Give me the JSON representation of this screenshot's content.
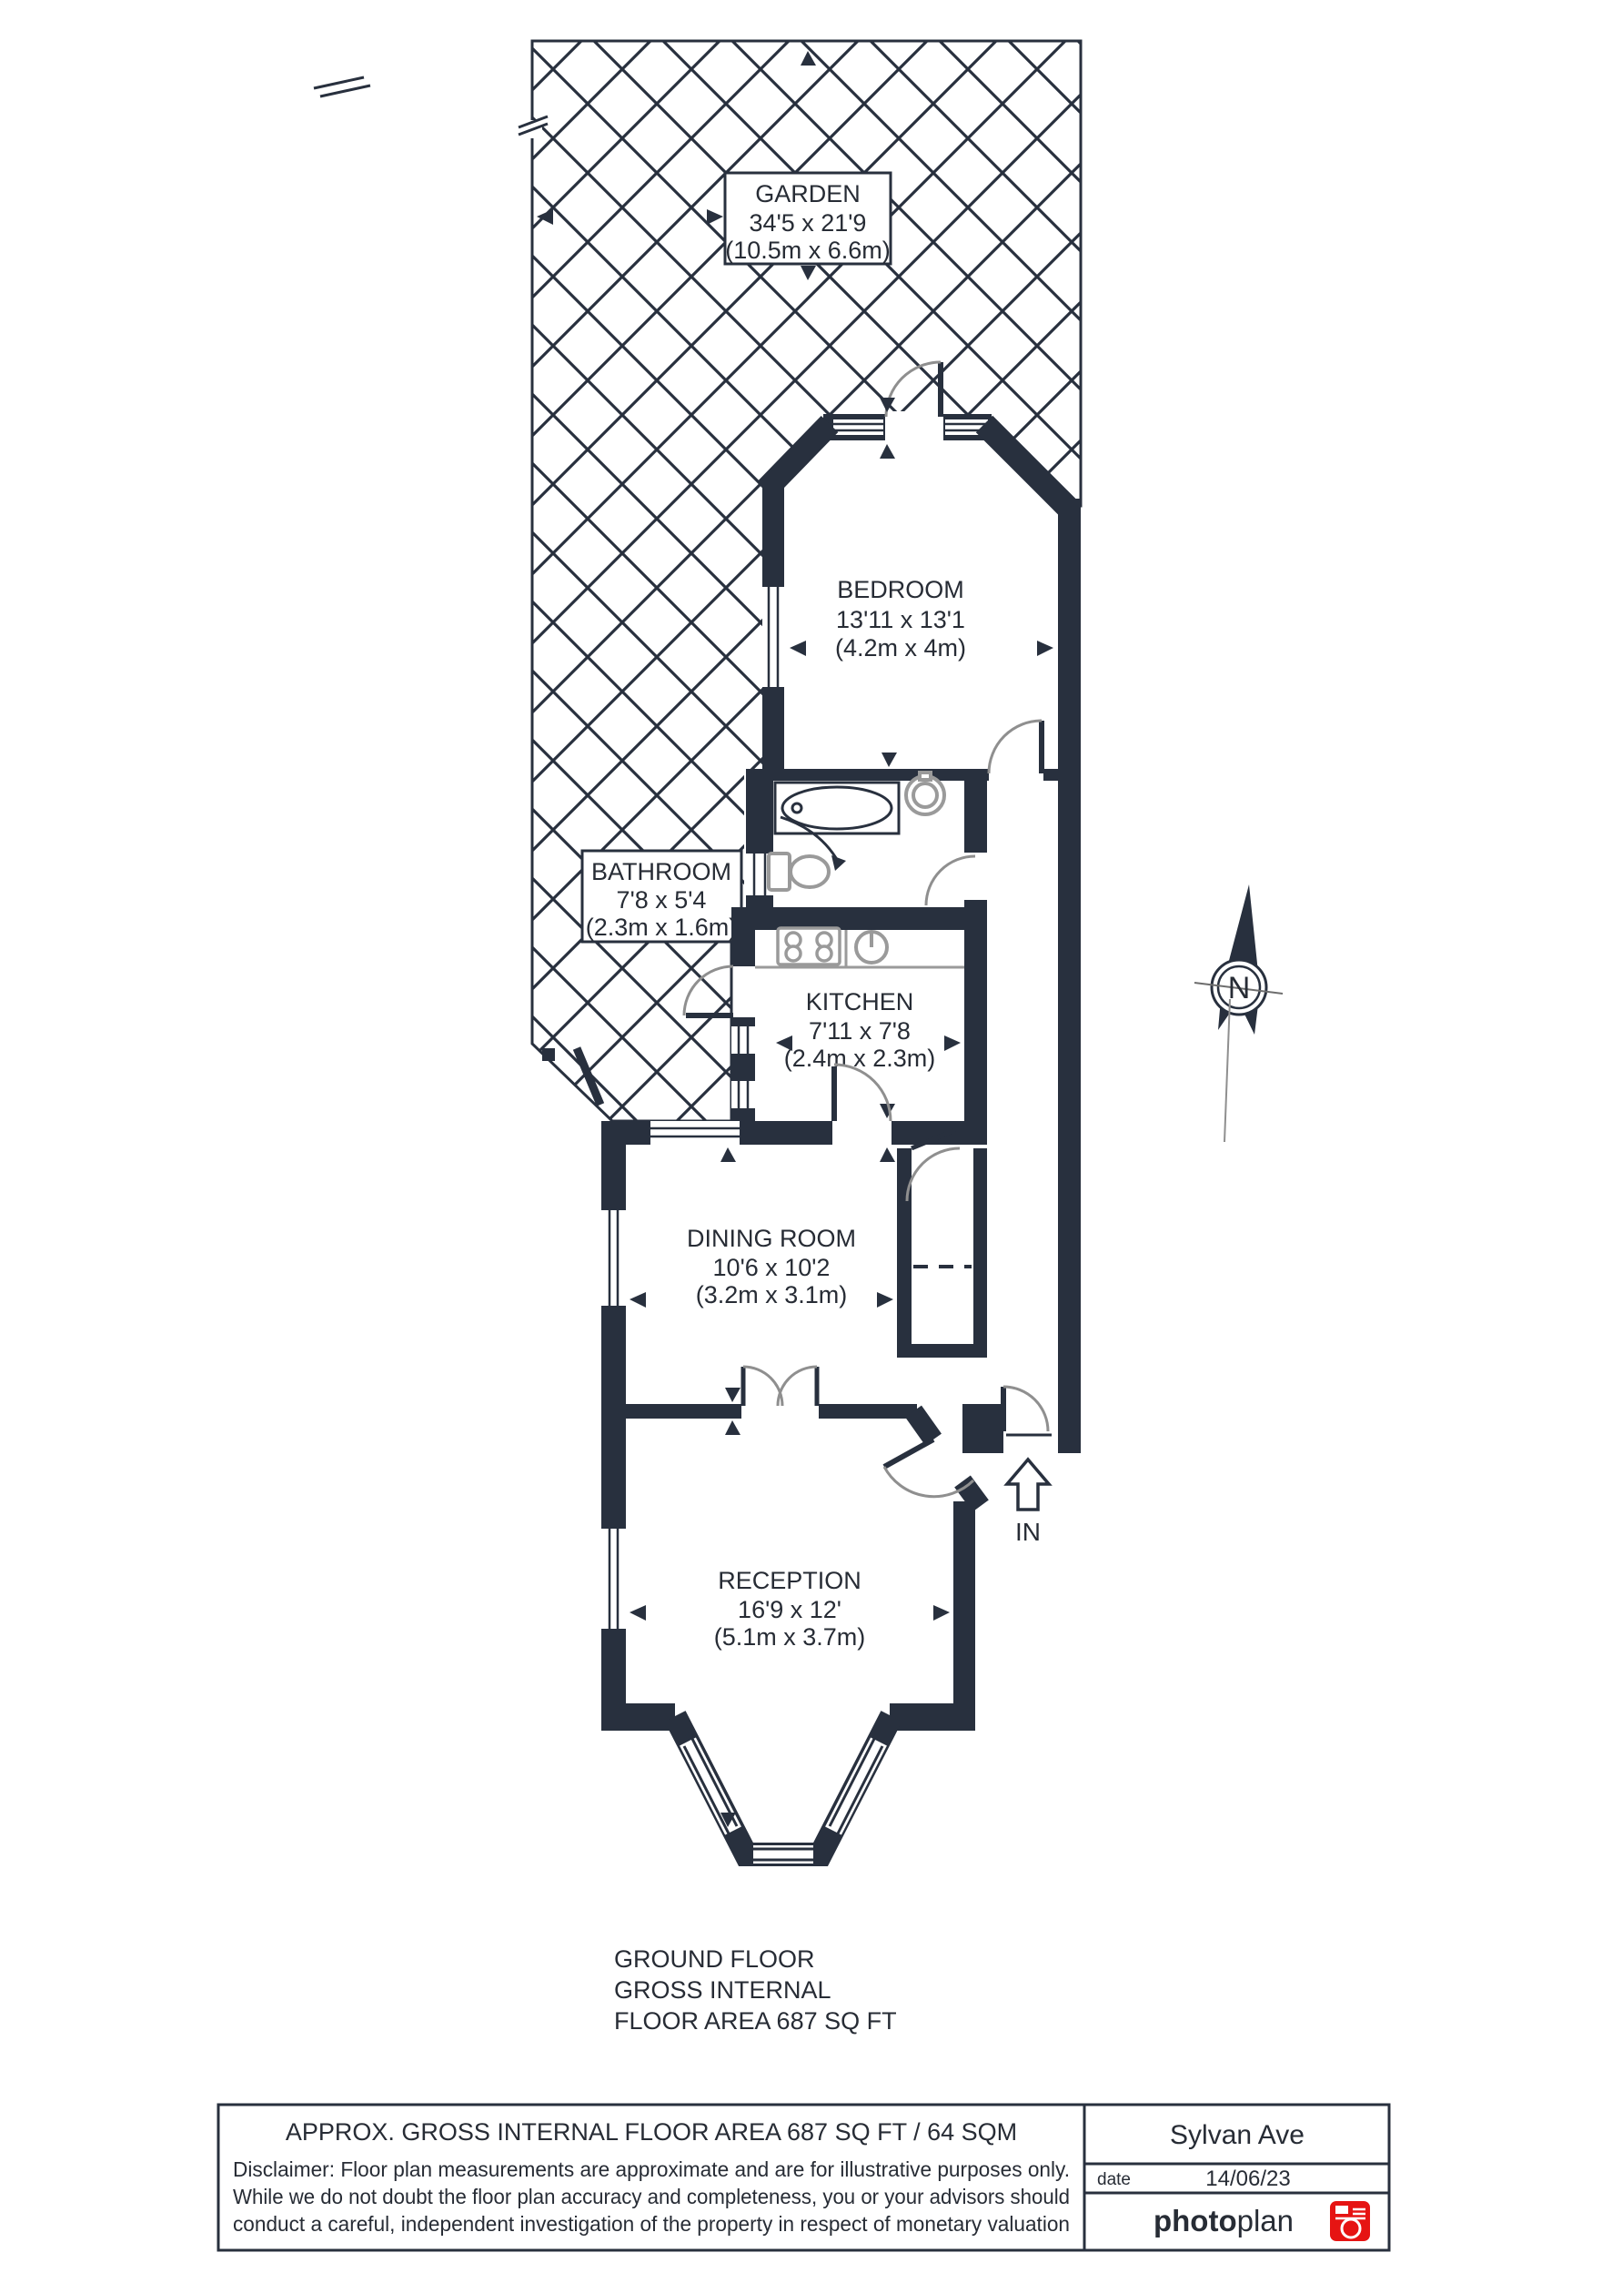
{
  "rooms": {
    "garden": {
      "name": "GARDEN",
      "dims_ft": "34'5 x 21'9",
      "dims_m": "(10.5m x 6.6m)"
    },
    "bedroom": {
      "name": "BEDROOM",
      "dims_ft": "13'11 x 13'1",
      "dims_m": "(4.2m x 4m)"
    },
    "bathroom": {
      "name": "BATHROOM",
      "dims_ft": "7'8 x 5'4",
      "dims_m": "(2.3m x 1.6m)"
    },
    "kitchen": {
      "name": "KITCHEN",
      "dims_ft": "7'11 x 7'8",
      "dims_m": "(2.4m x 2.3m)"
    },
    "dining_room": {
      "name": "DINING ROOM",
      "dims_ft": "10'6 x 10'2",
      "dims_m": "(3.2m x 3.1m)"
    },
    "reception": {
      "name": "RECEPTION",
      "dims_ft": "16'9 x 12'",
      "dims_m": "(5.1m x 3.7m)"
    }
  },
  "annotations": {
    "entrance_label": "IN",
    "compass_north": "N"
  },
  "floor_summary": {
    "line1": "GROUND FLOOR",
    "line2": "GROSS INTERNAL",
    "line3": "FLOOR AREA 687 SQ FT"
  },
  "footer": {
    "area_line": "APPROX. GROSS INTERNAL FLOOR AREA 687 SQ FT / 64 SQM",
    "disclaimer_line1": "Disclaimer: Floor plan measurements are approximate and are for illustrative purposes only.",
    "disclaimer_line2": "While we do not doubt the floor plan accuracy and completeness, you or your advisors should",
    "disclaimer_line3": "conduct a careful, independent investigation of the property in respect of monetary valuation",
    "property_name": "Sylvan Ave",
    "date_label": "date",
    "date_value": "14/06/23",
    "brand_bold": "photo",
    "brand_light": "plan"
  },
  "colors": {
    "wall": "#28303e",
    "fixture_gray": "#9a9a9a",
    "door_arc_gray": "#8f8f8f",
    "brand_red": "#e61413"
  }
}
